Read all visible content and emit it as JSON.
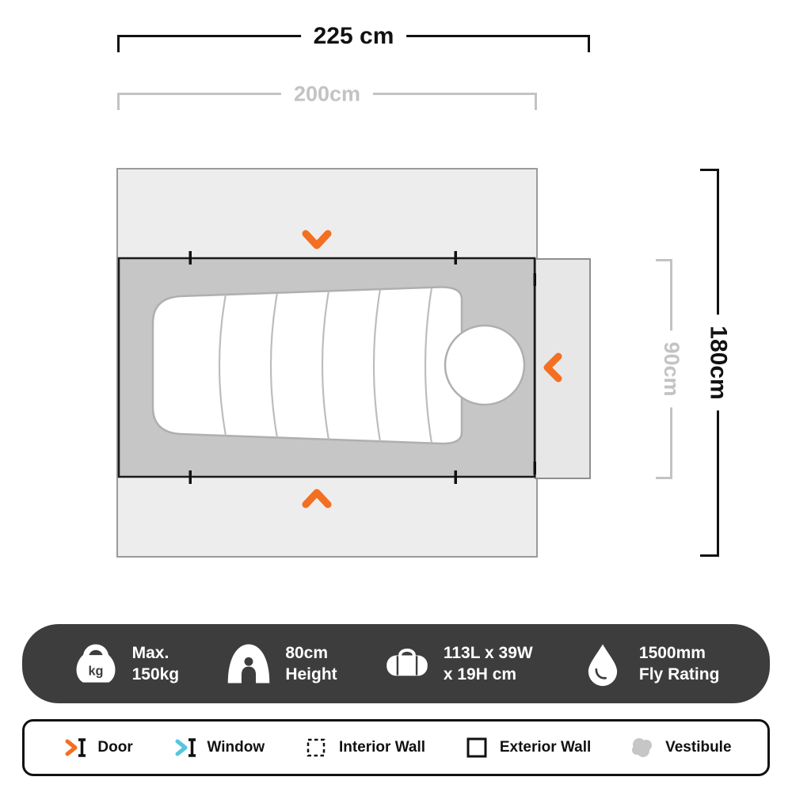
{
  "diagram": {
    "dim_width_outer": "225 cm",
    "dim_width_inner": "200cm",
    "dim_height_outer": "180cm",
    "dim_height_inner": "90cm"
  },
  "spec_bar": {
    "items": [
      {
        "icon": "weight-icon",
        "line1": "Max.",
        "line2": "150kg",
        "icon_text": "kg"
      },
      {
        "icon": "height-icon",
        "line1": "80cm",
        "line2": "Height"
      },
      {
        "icon": "packed-size-icon",
        "line1": "113L x 39W",
        "line2": "x 19H cm"
      },
      {
        "icon": "rain-drop-icon",
        "line1": "1500mm",
        "line2": "Fly Rating"
      }
    ]
  },
  "legend_bar": {
    "items": [
      {
        "icon": "door-icon",
        "label": "Door"
      },
      {
        "icon": "window-icon",
        "label": "Window"
      },
      {
        "icon": "interior-wall-icon",
        "label": "Interior Wall"
      },
      {
        "icon": "exterior-wall-icon",
        "label": "Exterior Wall"
      },
      {
        "icon": "vestibule-icon",
        "label": "Vestibule"
      }
    ]
  },
  "colors": {
    "door_orange": "#F36F21",
    "window_blue": "#55C6DE",
    "spec_bar_bg": "#3D3D3D",
    "outer_floor_gray": "#EDEDED",
    "inner_floor_gray": "#C6C6C6",
    "vestibule_gray": "#E7E7E7",
    "dim_gray": "#C3C3C3"
  }
}
